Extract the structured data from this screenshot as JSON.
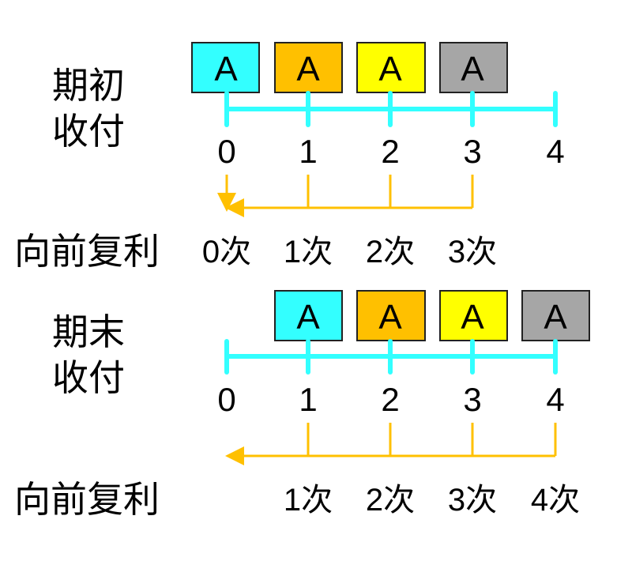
{
  "colors": {
    "cyan": "#33ffff",
    "orange": "#ffc000",
    "yellow": "#ffff00",
    "gray": "#a6a6a6",
    "arrow": "#ffc000"
  },
  "top": {
    "label_line1": "期初",
    "label_line2": "收付",
    "boxes": [
      "A",
      "A",
      "A",
      "A"
    ],
    "ticks": [
      "0",
      "1",
      "2",
      "3",
      "4"
    ],
    "compound_label": "向前复利",
    "counts": [
      "0次",
      "1次",
      "2次",
      "3次"
    ]
  },
  "bottom": {
    "label_line1": "期末",
    "label_line2": "收付",
    "boxes": [
      "A",
      "A",
      "A",
      "A"
    ],
    "ticks": [
      "0",
      "1",
      "2",
      "3",
      "4"
    ],
    "compound_label": "向前复利",
    "counts": [
      "1次",
      "2次",
      "3次",
      "4次"
    ]
  }
}
